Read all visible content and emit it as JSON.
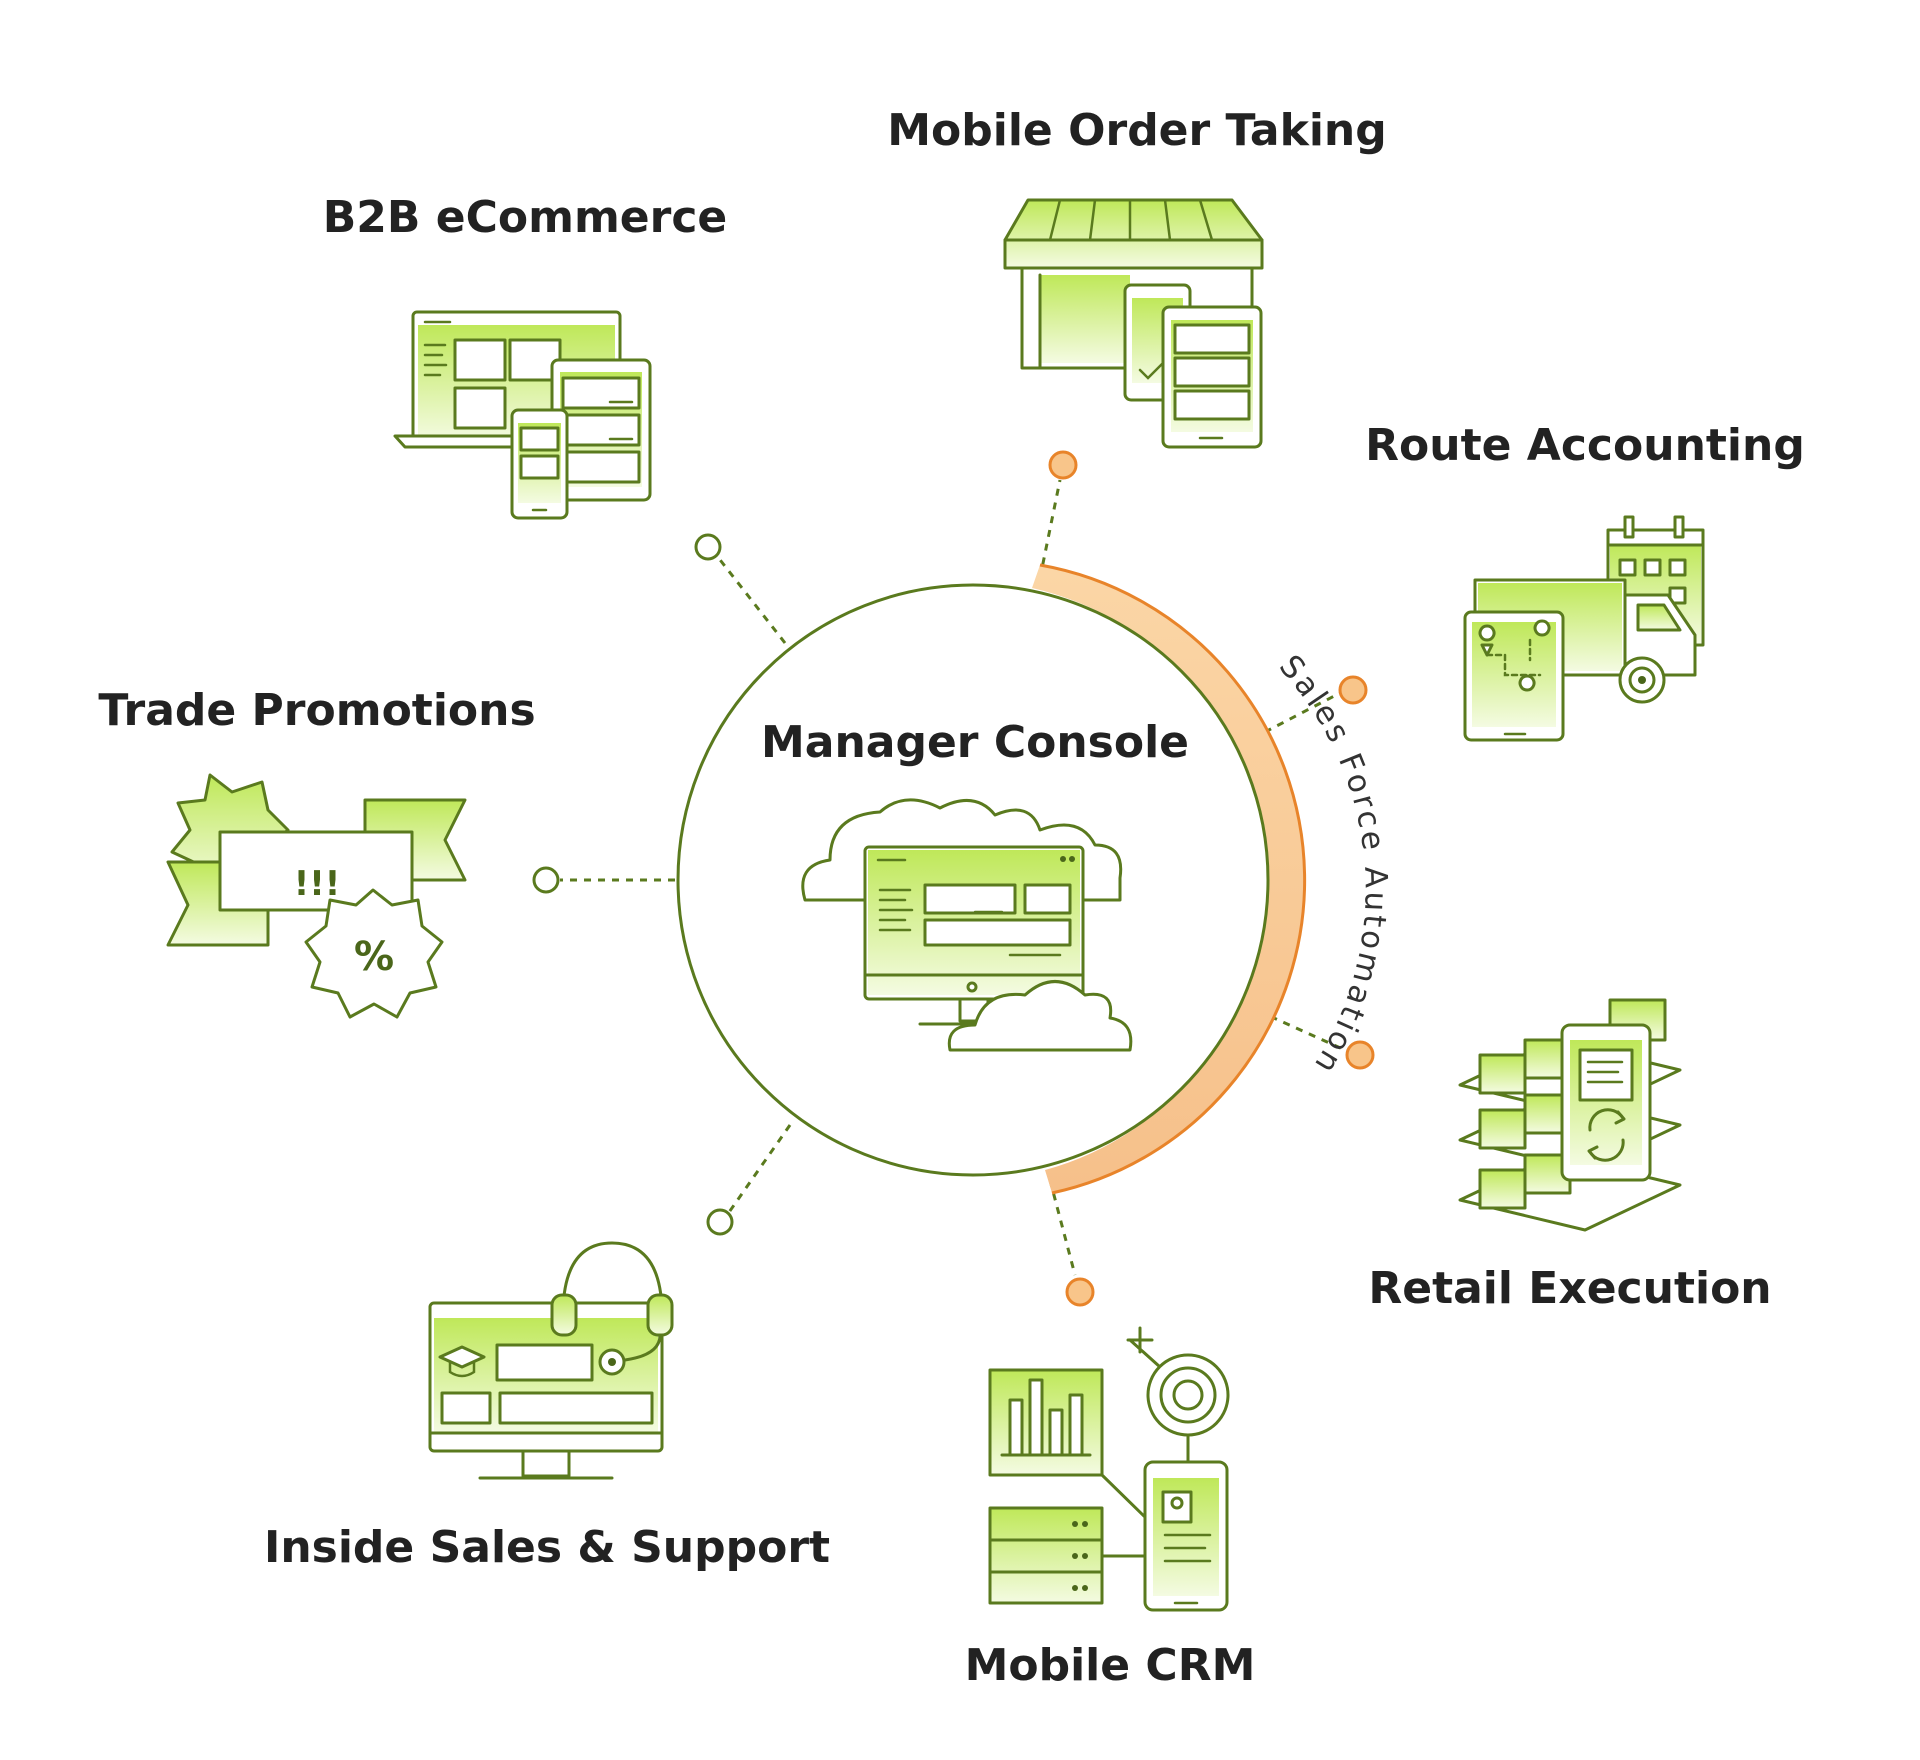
{
  "center": {
    "title": "Manager Console"
  },
  "arc": {
    "label": "Sales Force Automation",
    "color": "#e8842a",
    "fill_color": "#f8c58a"
  },
  "nodes": [
    {
      "id": "b2b",
      "label": "B2B eCommerce",
      "icon": "devices-icon",
      "connector": "green"
    },
    {
      "id": "mot",
      "label": "Mobile Order Taking",
      "icon": "storefront-icon",
      "connector": "orange"
    },
    {
      "id": "route",
      "label": "Route Accounting",
      "icon": "delivery-truck-icon",
      "connector": "orange"
    },
    {
      "id": "trade",
      "label": "Trade Promotions",
      "icon": "promotion-banner-icon",
      "connector": "green"
    },
    {
      "id": "retail",
      "label": "Retail Execution",
      "icon": "warehouse-sync-icon",
      "connector": "orange"
    },
    {
      "id": "crm",
      "label": "Mobile CRM",
      "icon": "crm-phone-icon",
      "connector": "orange"
    },
    {
      "id": "inside",
      "label": "Inside Sales & Support",
      "icon": "headset-monitor-icon",
      "connector": "green"
    }
  ],
  "colors": {
    "line": "#5a7a1e",
    "accent_green": "#b6e04a",
    "accent_orange": "#e8842a",
    "text": "#222222"
  }
}
